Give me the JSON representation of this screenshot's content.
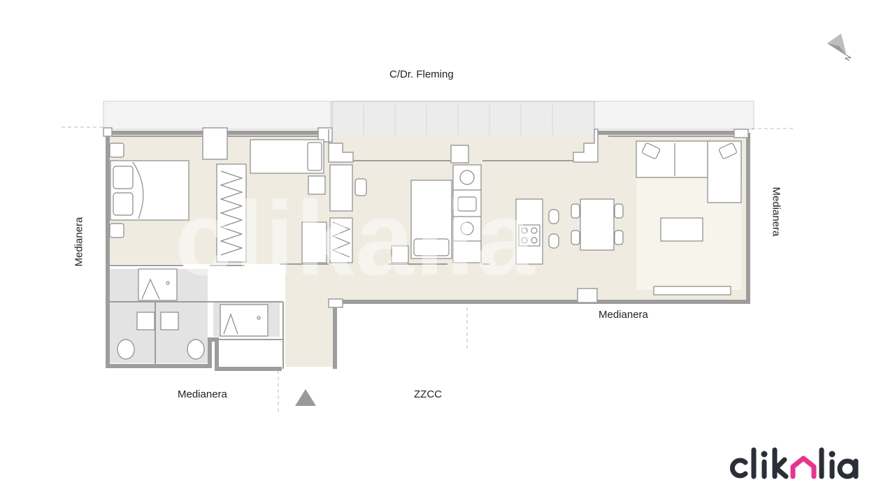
{
  "plan": {
    "street_label": "C/Dr. Fleming",
    "left_label": "Medianera",
    "right_label": "Medianera",
    "bottom_right_label": "Medianera",
    "bottom_left_label": "Medianera",
    "common_zone_label": "ZZCC",
    "north_letter": "N"
  },
  "brand": {
    "logo_text": "clikalia",
    "accent_color": "#e6358f",
    "text_color": "#2b2e36"
  },
  "colors": {
    "wall": "#9d9d9d",
    "floor": "#efebe1",
    "wet_area": "#e3e3e3",
    "furniture_line": "#8a8a8a",
    "terrace": "#f4f4f4"
  }
}
